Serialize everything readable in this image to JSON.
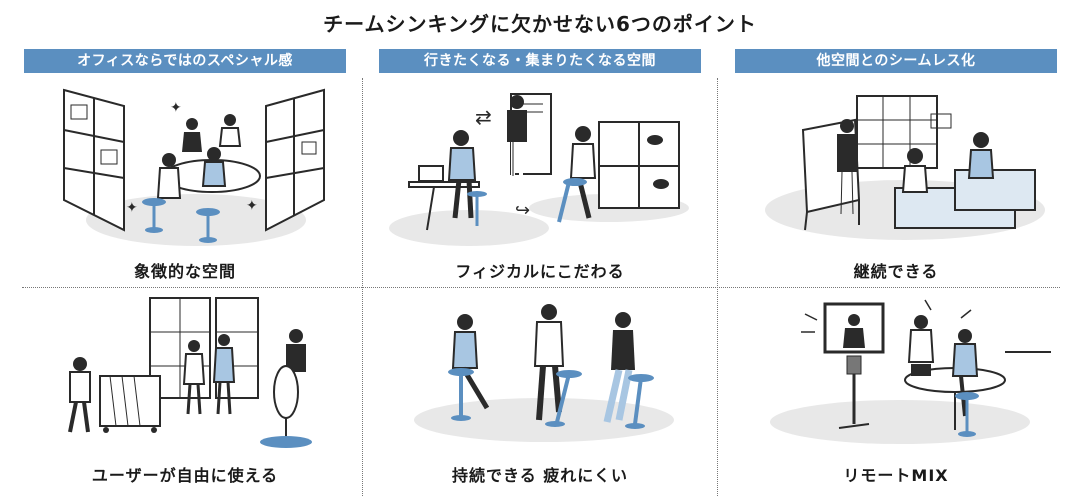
{
  "title": "チームシンキングに欠かせない6つのポイント",
  "sections": [
    {
      "header": "オフィスならではのスペシャル感"
    },
    {
      "header": "行きたくなる・集まりたくなる空間"
    },
    {
      "header": "他空間とのシームレス化"
    }
  ],
  "points": [
    {
      "label": "象徴的な空間",
      "icon": "whiteboard-meeting-illustration"
    },
    {
      "label": "フィジカルにこだわる",
      "icon": "standing-desk-illustration"
    },
    {
      "label": "継続できる",
      "icon": "lounge-seamless-illustration"
    },
    {
      "label": "ユーザーが自由に使える",
      "icon": "movable-whiteboard-illustration"
    },
    {
      "label": "持続できる 疲れにくい",
      "icon": "active-stool-illustration"
    },
    {
      "label": "リモートMIX",
      "icon": "remote-screen-illustration"
    }
  ],
  "colors": {
    "accent": "#5b8fc0",
    "floor": "#e8e8e8",
    "line": "#2a2a2a"
  }
}
